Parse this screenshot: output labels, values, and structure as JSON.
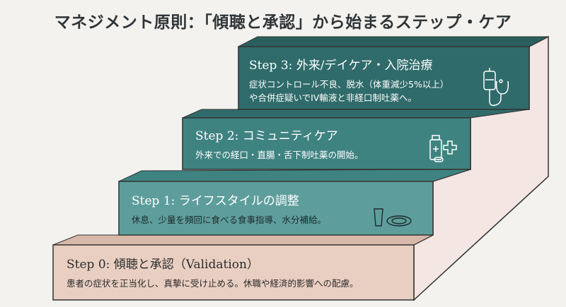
{
  "title": "マネジメント原則：「傾聴と承認」から始まるステップ・ケア",
  "steps": [
    {
      "heading": "Step 0: 傾聴と承認（Validation）",
      "description": "患者の症状を正当化し、真摯に受け止める。休職や経済的影響への配慮。",
      "icon": "none",
      "color": "#e9cfc2"
    },
    {
      "heading": "Step 1: ライフスタイルの調整",
      "description": "休息、少量を頻回に食べる食事指導、水分補給。",
      "icon": "glass-and-plate-icon",
      "color": "#5d9e9c"
    },
    {
      "heading": "Step 2: コミュニティケア",
      "description": "外来での経口・直腸・舌下制吐薬の開始。",
      "icon": "medicine-bottle-icon",
      "color": "#3f8381"
    },
    {
      "heading": "Step 3: 外来/デイケア・入院治療",
      "description_lines": [
        "症状コントロール不良、脱水（体重減少5%以上）",
        "や合併症疑いでIV輸液と非経口制吐薬へ。"
      ],
      "icon": "iv-drip-stethoscope-icon",
      "color": "#2f6b6a"
    }
  ]
}
